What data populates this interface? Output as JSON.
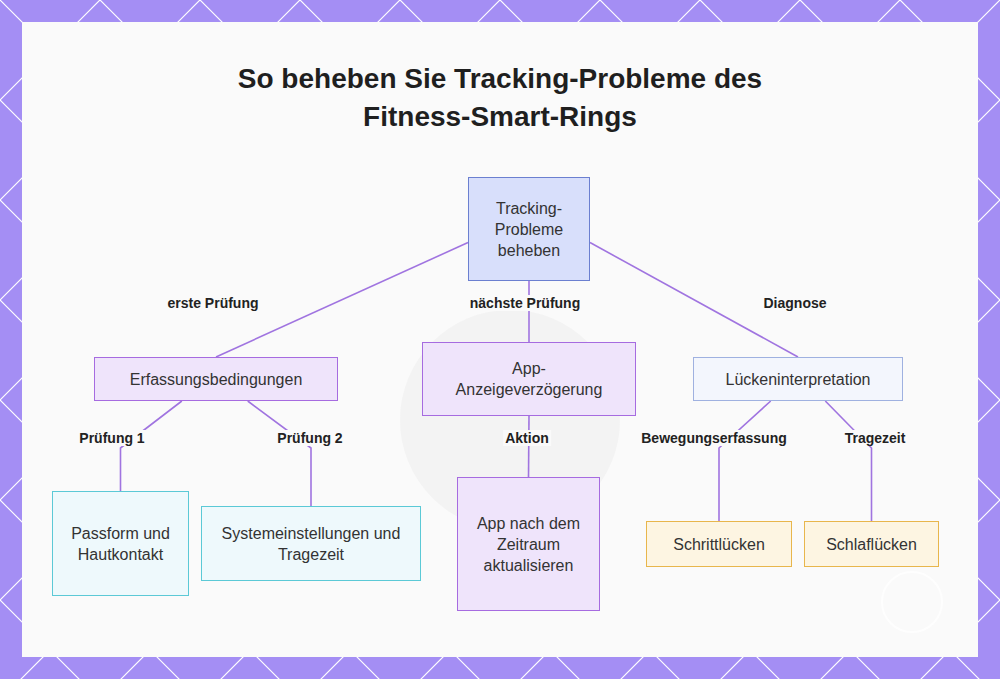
{
  "diagram": {
    "title": "So beheben Sie Tracking-Probleme des Fitness-Smart-Rings",
    "nodes": [
      {
        "text": [
          "Tracking-Probleme beheben"
        ]
      },
      {
        "text": [
          "Erfassungsbedingungen"
        ]
      },
      {
        "text": [
          "App-Anzeigeverzögerung"
        ]
      },
      {
        "text": [
          "Lückeninterpretation"
        ]
      },
      {
        "text": [
          "Passform und Hautkontakt"
        ]
      },
      {
        "text": [
          "Systemeinstellungen und Tragezeit"
        ]
      },
      {
        "text": [
          "App nach dem Zeitraum aktualisieren"
        ]
      },
      {
        "text": [
          "Schrittlücken"
        ]
      },
      {
        "text": [
          "Schlaflücken"
        ]
      }
    ],
    "edges": [
      {
        "from": 0,
        "to": 1,
        "label": "erste Prüfung",
        "arrow": "none"
      },
      {
        "from": 0,
        "to": 2,
        "label": "nächste Prüfung",
        "arrow": "none"
      },
      {
        "from": 0,
        "to": 3,
        "label": "Diagnose",
        "arrow": "none"
      },
      {
        "from": 1,
        "to": 4,
        "label": "Prüfung 1",
        "arrow": "none"
      },
      {
        "from": 1,
        "to": 5,
        "label": "Prüfung 2",
        "arrow": "none"
      },
      {
        "from": 2,
        "to": 6,
        "label": "Aktion",
        "arrow": "none"
      },
      {
        "from": 3,
        "to": 7,
        "label": "Bewegungserfassung",
        "arrow": "none"
      },
      {
        "from": 3,
        "to": 8,
        "label": "Tragezeit",
        "arrow": "none"
      }
    ]
  }
}
